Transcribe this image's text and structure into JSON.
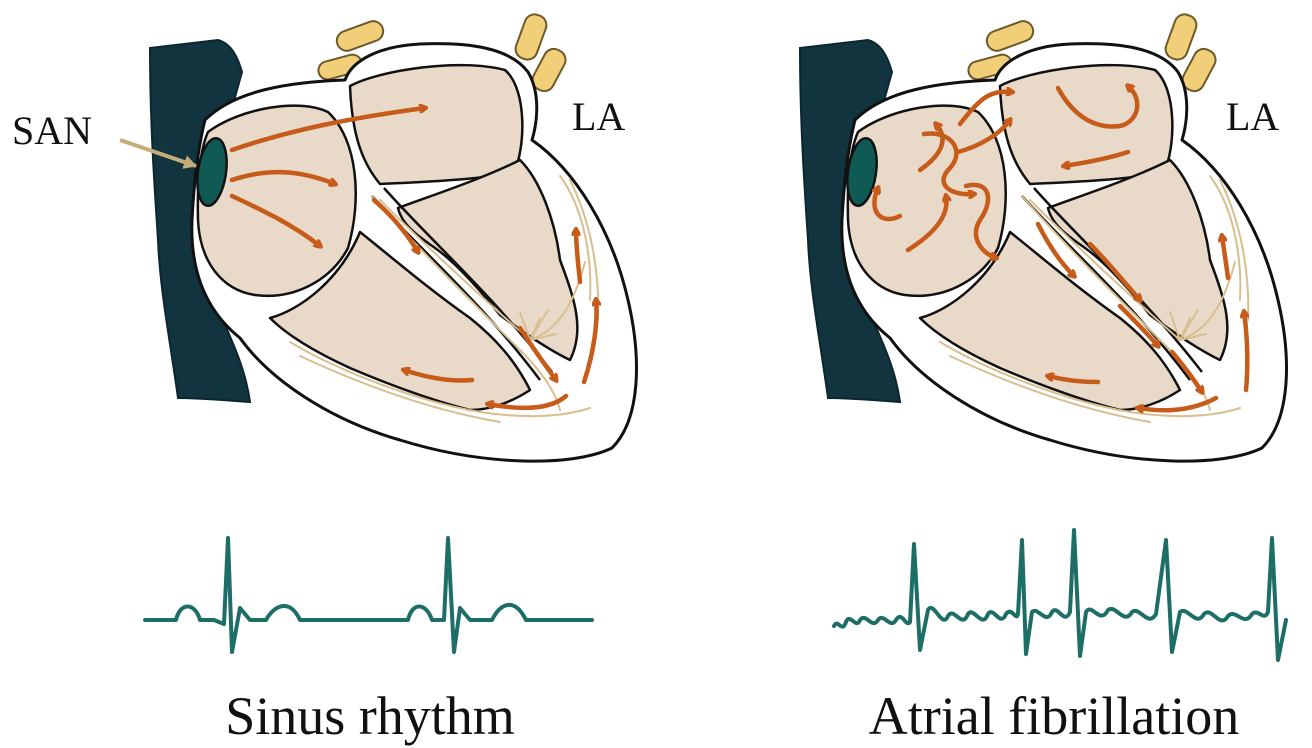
{
  "labels": {
    "san": "SAN",
    "left_atrium_left": "LA",
    "left_atrium_right": "LA",
    "caption_left": "Sinus rhythm",
    "caption_right": "Atrial fibrillation"
  },
  "colors": {
    "arrow": "#c75b1a",
    "ecg_trace": "#1e6e68",
    "vein": "#12343f",
    "chamber": "#e8d9c8",
    "vessel": "#f0cf78",
    "conduction_fibers": "#d9bf90",
    "san_node": "#0f5a55"
  },
  "icons": {
    "heart_left": "heart-sinus-icon",
    "heart_right": "heart-afib-icon",
    "san_pointer": "pointer-arrow-icon"
  }
}
